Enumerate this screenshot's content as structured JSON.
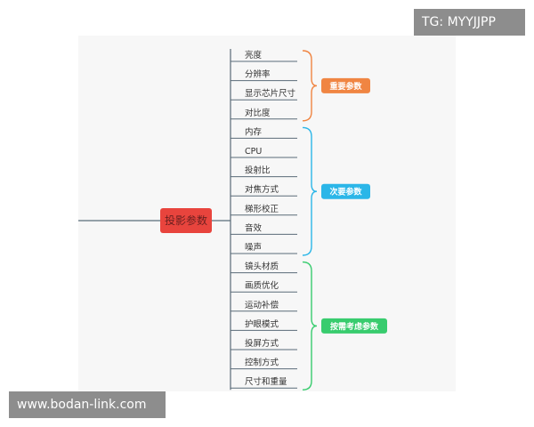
{
  "diagram": {
    "root": {
      "label": "投影参数",
      "color": "#e8443d"
    },
    "categories": [
      {
        "label": "重要参数",
        "color": "#f08542",
        "items": [
          "亮度",
          "分辨率",
          "显示芯片尺寸",
          "对比度"
        ]
      },
      {
        "label": "次要参数",
        "color": "#2bb6e8",
        "items": [
          "内存",
          "CPU",
          "投射比",
          "对焦方式",
          "梯形校正",
          "音效",
          "噪声"
        ]
      },
      {
        "label": "按需考虑参数",
        "color": "#38cc6e",
        "items": [
          "镜头材质",
          "画质优化",
          "运动补偿",
          "护眼模式",
          "投屏方式",
          "控制方式",
          "尺寸和重量"
        ]
      }
    ],
    "line_color": "#5a6b78"
  },
  "watermarks": {
    "top_right": "TG: MYYJJPP",
    "bottom_left": "www.bodan-link.com"
  }
}
